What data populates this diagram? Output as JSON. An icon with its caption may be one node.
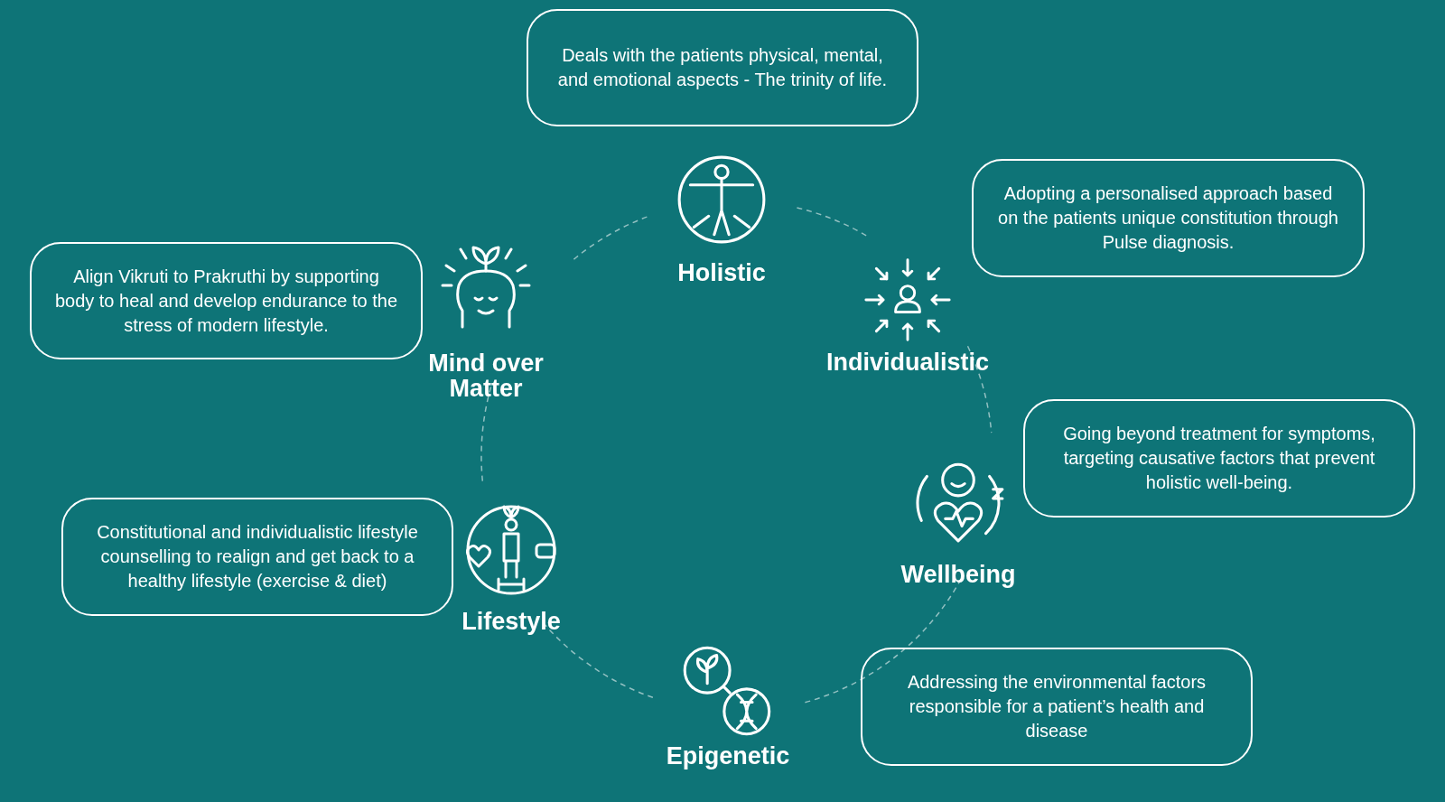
{
  "diagram": {
    "nodes": [
      {
        "text": [
          "Deals with the patients physical, mental, and emotional aspects - The trinity of life."
        ]
      },
      {
        "text": [
          "Holistic"
        ]
      },
      {
        "text": [
          "Adopting a personalised approach based on the patients unique constitution through Pulse diagnosis."
        ]
      },
      {
        "text": [
          "Align Vikruti to Prakruthi by supporting body to heal and develop endurance to the stress of modern lifestyle."
        ]
      },
      {
        "text": [
          "Mind over Matter"
        ]
      },
      {
        "text": [
          "Individualistic"
        ]
      },
      {
        "text": [
          "Going beyond treatment for symptoms, targeting causative factors that prevent holistic well-being."
        ]
      },
      {
        "text": [
          "Constitutional and individualistic lifestyle counselling to realign and get back to a healthy lifestyle (exercise & diet)"
        ]
      },
      {
        "text": [
          "Wellbeing"
        ]
      },
      {
        "text": [
          "Lifestyle"
        ]
      },
      {
        "text": [
          "Addressing the environmental factors responsible for a patient’s health and disease"
        ]
      },
      {
        "text": [
          "Epigenetic"
        ]
      }
    ]
  }
}
